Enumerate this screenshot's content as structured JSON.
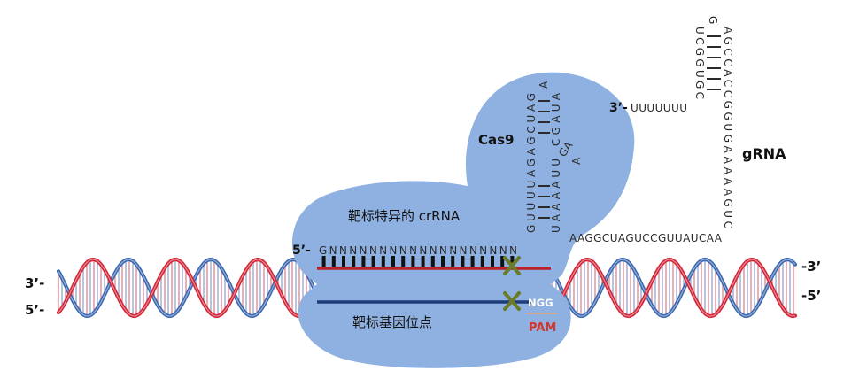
{
  "diagram": {
    "labels": {
      "cas9": "Cas9",
      "grna": "gRNA",
      "crrna": "靶标特异的 crRNA",
      "target_site": "靶标基因位点",
      "pam": "PAM",
      "pam_motif": "NGG"
    },
    "dna_ends": {
      "left_top": "3’-",
      "left_bottom": "5’-",
      "right_top": "-3’",
      "right_bottom": "-5’"
    },
    "spacer": {
      "end_label": "5’-",
      "sequence": "GNNNNNNNNNNNNNNNNNNN"
    },
    "grna_scaffold": {
      "tail_label": "3’-",
      "poly_u": "UUUUUUU",
      "stem_loop_2": {
        "apex": "G",
        "left_strand": "UCGGUGC",
        "right_strand": "AGCCACCGGUGAAAAAGUC"
      },
      "linker": "AAGGCUAGUCCGUUAUCAA",
      "repeat_anti_repeat": {
        "repeat": "GUUUUAGAGCUAG",
        "loop": "A",
        "anti_repeat_lower": "UAAAAUU",
        "bulge": "GA",
        "bulge_tail": "A",
        "anti_repeat_upper": "CGAUA"
      }
    }
  },
  "colors": {
    "cas9_body": "#8fb1e1",
    "dna_strand_red": "#d3283a",
    "dna_strand_blue": "#3e6ab2",
    "target_strand_red": "#b82129",
    "nontarget_strand_blue": "#1f3c7a",
    "mismatch_mark": "#6b7b2a",
    "pam_text": "#d2362c",
    "pam_underline": "#f1a45f",
    "pam_motif_text": "#ffffff",
    "label_text": "#111111",
    "sequence_text": "#2a2a2a"
  }
}
